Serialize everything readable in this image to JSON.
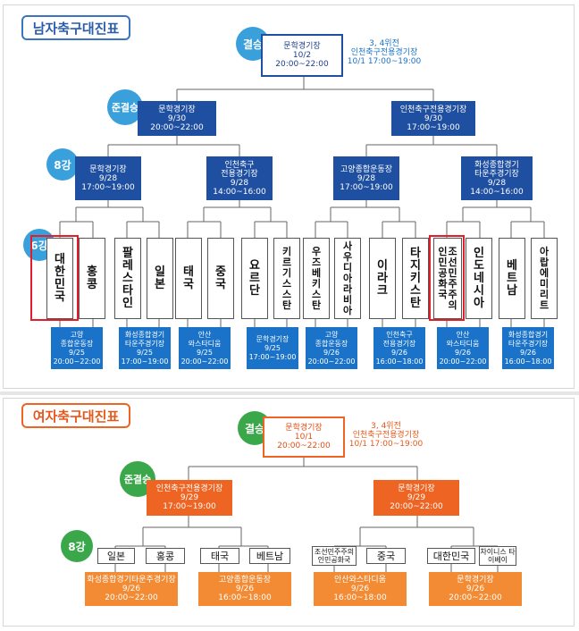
{
  "men": {
    "title": "남자축구대진표",
    "badges": {
      "final": "결승",
      "semi": "준결승",
      "quarter": "8강",
      "r16": "6강"
    },
    "final": {
      "venue": "문학경기장",
      "date": "10/2",
      "time": "20:00~22:00"
    },
    "third": {
      "line1": "3, 4위전",
      "line2": "인천축구전용경기장",
      "line3": "10/1 17:00~19:00"
    },
    "semis": [
      {
        "venue": "문학경기장",
        "date": "9/30",
        "time": "20:00~22:00"
      },
      {
        "venue": "인천축구전용경기장",
        "date": "9/30",
        "time": "17:00~19:00"
      }
    ],
    "quarters": [
      {
        "venue": "문학경기장",
        "date": "9/28",
        "time": "17:00~19:00"
      },
      {
        "venue1": "인천축구",
        "venue2": "전용경기장",
        "date": "9/28",
        "time": "14:00~16:00"
      },
      {
        "venue": "고양종합운동장",
        "date": "9/28",
        "time": "17:00~19:00"
      },
      {
        "venue1": "화성종합경기",
        "venue2": "타운주경기장",
        "date": "9/28",
        "time": "14:00~16:00"
      }
    ],
    "teams": [
      "대한민국",
      "홍콩",
      "팔레스타인",
      "일본",
      "태국",
      "중국",
      "요르단",
      "키르기스스탄",
      "우즈베키스탄",
      "사우디아라비아",
      "이라크",
      "타지키스탄",
      "조선민주주의인민공화국",
      "인도네시아",
      "베트남",
      "아랍에미리트"
    ],
    "r16": [
      {
        "venue1": "고양",
        "venue2": "종합운동장",
        "date": "9/25",
        "time": "20:00~22:00"
      },
      {
        "venue1": "화성종합경기",
        "venue2": "타운주경기장",
        "date": "9/25",
        "time": "17:00~19:00"
      },
      {
        "venue1": "안산",
        "venue2": "와스타디움",
        "date": "9/25",
        "time": "20:00~22:00"
      },
      {
        "venue1": "문학경기장",
        "venue2": "",
        "date": "9/25",
        "time": "17:00~19:00"
      },
      {
        "venue1": "고양",
        "venue2": "종합운동장",
        "date": "9/26",
        "time": "20:00~22:00"
      },
      {
        "venue1": "인천축구",
        "venue2": "전용경기장",
        "date": "9/26",
        "time": "16:00~18:00"
      },
      {
        "venue1": "안산",
        "venue2": "와스타디움",
        "date": "9/26",
        "time": "20:00~22:00"
      },
      {
        "venue1": "화성종합경기",
        "venue2": "타운주경기장",
        "date": "9/26",
        "time": "16:00~18:00"
      }
    ]
  },
  "women": {
    "title": "여자축구대진표",
    "badges": {
      "final": "결승",
      "semi": "준결승",
      "quarter": "8강"
    },
    "final": {
      "venue": "문학경기장",
      "date": "10/1",
      "time": "20:00~22:00"
    },
    "third": {
      "line1": "3, 4위전",
      "line2": "인천축구전용경기장",
      "line3": "10/1 17:00~19:00"
    },
    "semis": [
      {
        "venue": "인천축구전용경기장",
        "date": "9/29",
        "time": "17:00~19:00"
      },
      {
        "venue": "문학경기장",
        "date": "9/29",
        "time": "20:00~22:00"
      }
    ],
    "teams": [
      "일본",
      "홍콩",
      "태국",
      "베트남",
      "조선민주주의 인민공화국",
      "중국",
      "대한민국",
      "차이니스 타이베이"
    ],
    "quarters": [
      {
        "venue": "화성종합경기타운주경기장",
        "date": "9/26",
        "time": "20:00~22:00"
      },
      {
        "venue": "고양종합운동장",
        "date": "9/26",
        "time": "16:00~18:00"
      },
      {
        "venue": "안산와스타디움",
        "date": "9/26",
        "time": "16:00~18:00"
      },
      {
        "venue": "문학경기장",
        "date": "9/26",
        "time": "20:00~22:00"
      }
    ]
  },
  "colors": {
    "men_blue": "#1f4fa0",
    "men_box": "#1a73c8",
    "men_badge": "#3aa0dc",
    "women_orange": "#ee6422",
    "women_badge": "#3aa84a",
    "highlight": "#e01f2a"
  }
}
